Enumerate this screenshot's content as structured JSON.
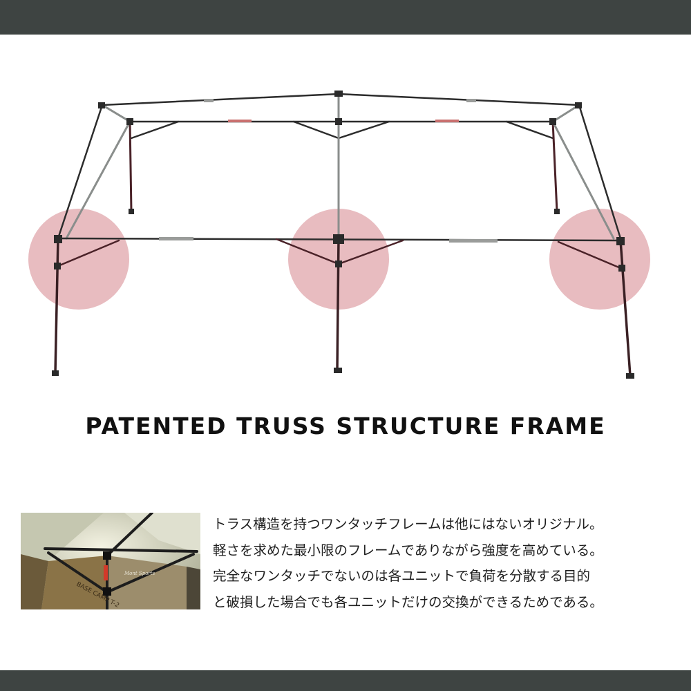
{
  "colors": {
    "bar": "#3e4442",
    "highlight_circle": "#d98f96",
    "frame_dark": "#3a2024",
    "frame_light": "#8a8e8c"
  },
  "headline": "PATENTED TRUSS STRUCTURE FRAME",
  "description_lines": [
    "トラス構造を持つワンタッチフレームは他にはないオリジナル。",
    "軽さを求めた最小限のフレームでありながら強度を高めている。",
    "完全なワンタッチでないのは各ユニットで負荷を分散する目的",
    "と破損した場合でも各ユニットだけの交換ができるためである。"
  ],
  "detail_photo": {
    "tent_label": "BASE CAMP T-2",
    "brand_label": "Mont Sports"
  }
}
